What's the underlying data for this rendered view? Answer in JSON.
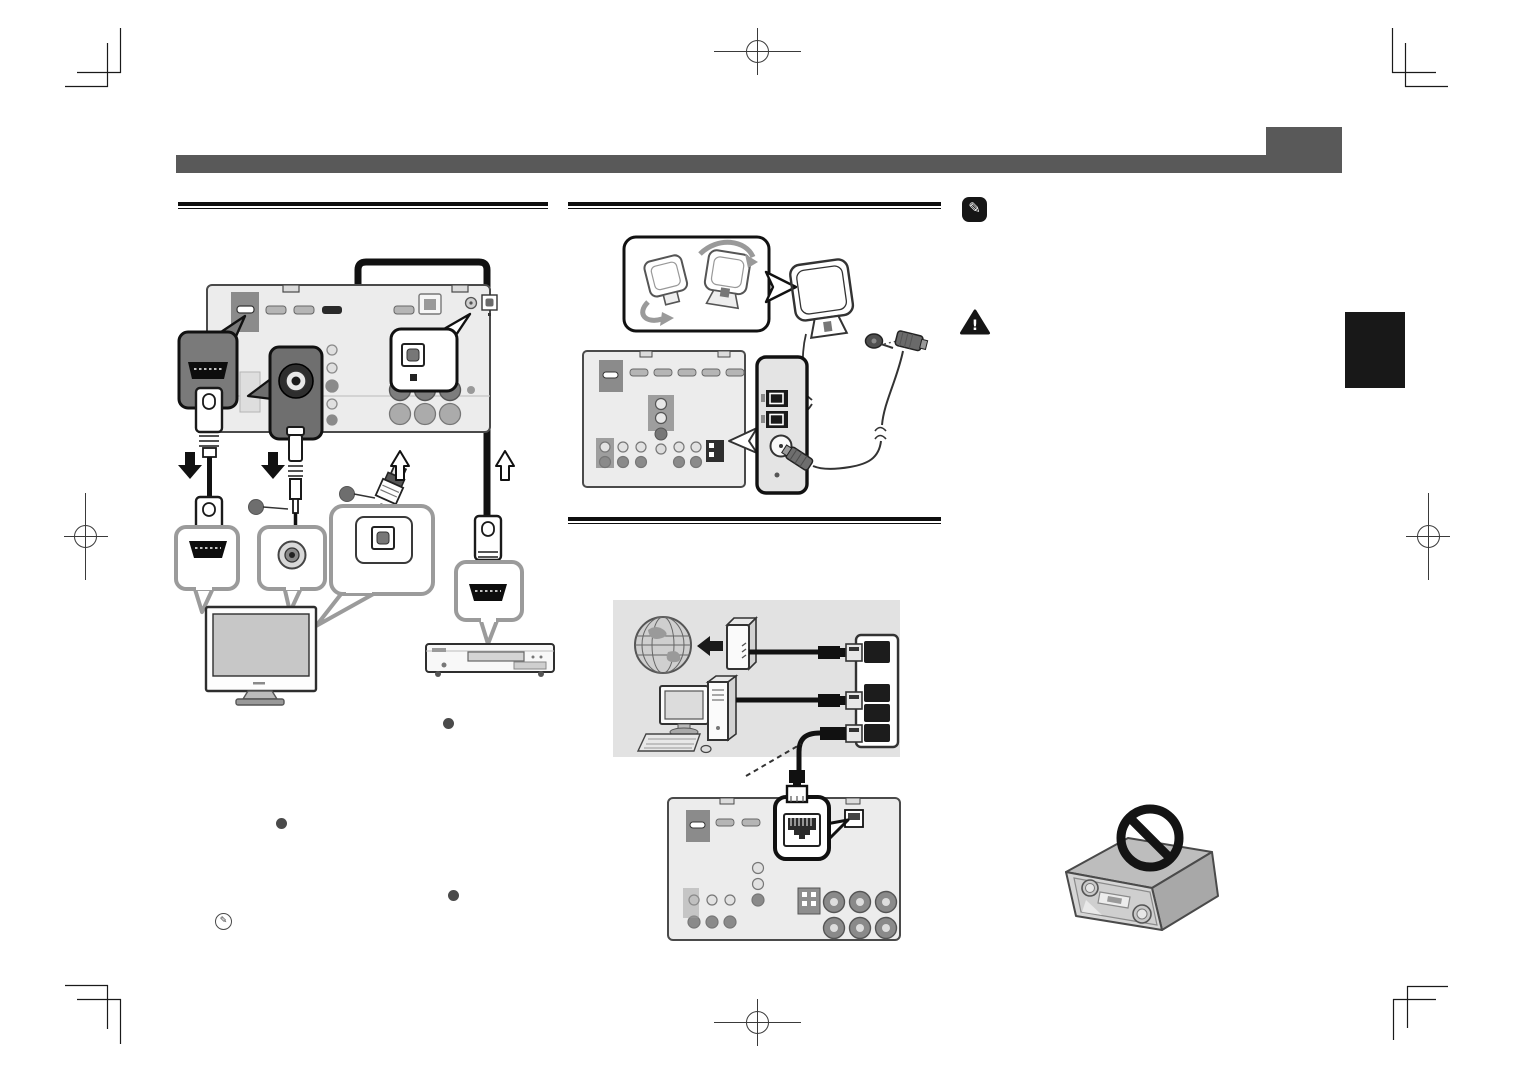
{
  "header": {
    "band_color": "#595959",
    "tab_color": "#595959"
  },
  "chapter_tab": {
    "color": "#181818"
  },
  "icons": {
    "note": {
      "glyph": "✎",
      "bg": "#161616",
      "name": "note-pencil-icon"
    },
    "warning": {
      "glyph": "!",
      "bg": "#161616",
      "name": "warning-triangle-icon"
    },
    "inline_note": {
      "glyph": "✎",
      "name": "circled-pencil-icon"
    },
    "prohibition": {
      "color": "#141414",
      "name": "no-stacking-prohibition-icon"
    }
  },
  "palette": {
    "page_background": "#ffffff",
    "panel_fill": "#ececec",
    "panel_border": "#4a4a4a",
    "dark_bubble_fill": "#6f6f6f",
    "gray_bubble_outline": "#9b9b9b",
    "cable_black": "#111111",
    "network_box_fill": "#e2e2e2",
    "rule_black": "#0f0f0f"
  },
  "figures": {
    "left_column": [
      "av-receiver-rear-panel",
      "hdmi-out-callout",
      "composite-video-callout",
      "hdmi-input-callout",
      "optical-in-callout",
      "hdmi-cable",
      "rca-cable",
      "optical-cable",
      "tv",
      "blu-ray-player"
    ],
    "middle_column_top": [
      "am-loop-antenna-assembly-inset",
      "am-loop-antenna",
      "fm-wire-antenna",
      "push-pin",
      "receiver-rear-panel",
      "antenna-terminals-callout"
    ],
    "middle_column_bottom": [
      "internet-globe",
      "modem",
      "router-4-port",
      "desktop-computer",
      "ethernet-cables",
      "receiver-rear-panel",
      "lan-port-callout"
    ],
    "right_column": [
      "note-icon",
      "warning-icon",
      "receiver-do-not-stack"
    ]
  },
  "bullets": {
    "count": 3,
    "color": "#4a4a4a"
  },
  "print_marks": {
    "corner_crop_marks": 4,
    "registration_targets": 4
  }
}
